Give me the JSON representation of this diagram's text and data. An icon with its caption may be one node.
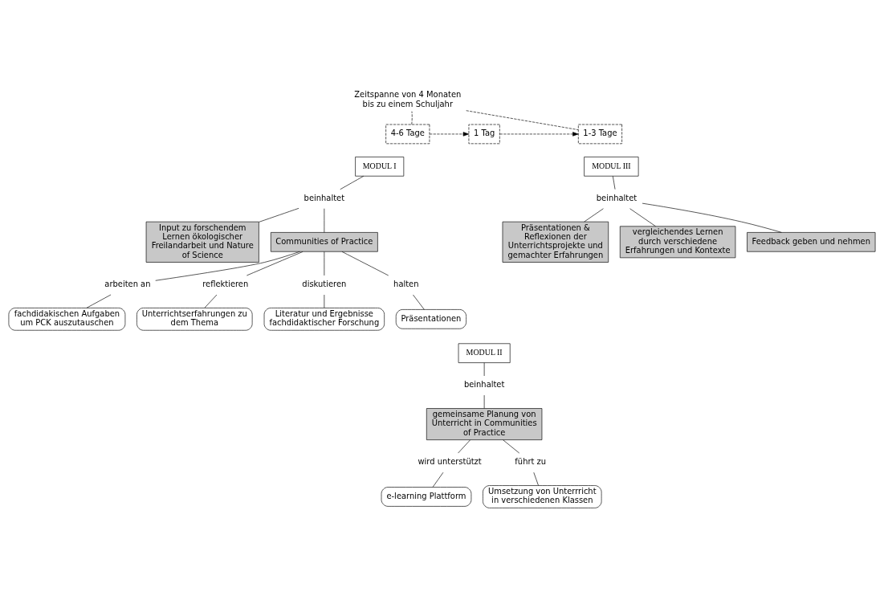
{
  "diagram": {
    "nodes": [
      {
        "text": [
          "4-6 Tage"
        ]
      },
      {
        "text": [
          "1 Tag"
        ]
      },
      {
        "text": [
          "1-3 Tage"
        ]
      },
      {
        "text": [
          "Zeitspanne von 4 Monaten bis zu einem Schuljahr"
        ]
      },
      {
        "text": [
          "MODUL I"
        ]
      },
      {
        "text": [
          "beinhaltet"
        ]
      },
      {
        "text": [
          "Input zu forschendem Lernen ökologischer Freilandarbeit und Nature of Science"
        ]
      },
      {
        "text": [
          "Communities of Practice"
        ]
      },
      {
        "text": [
          "halten"
        ]
      },
      {
        "text": [
          "Präsentationen"
        ]
      },
      {
        "text": [
          "arbeiten an"
        ]
      },
      {
        "text": [
          "fachdidakischen Aufgaben um PCK auszutauschen"
        ]
      },
      {
        "text": [
          "reflektieren"
        ]
      },
      {
        "text": [
          "diskutieren"
        ]
      },
      {
        "text": [
          "Unterrichtserfahrungen zu dem Thema"
        ]
      },
      {
        "text": [
          "Literatur und Ergebnisse fachdidaktischer Forschung"
        ]
      },
      {
        "text": [
          "MODUL III"
        ]
      },
      {
        "text": [
          "Präsentationen & Reflexionen der Unterrichtsprojekte und gemachter Erfahrungen"
        ]
      },
      {
        "text": [
          "beinhaltet"
        ]
      },
      {
        "text": [
          "vergleichendes Lernen durch verschiedene Erfahrungen und Kontexte"
        ]
      },
      {
        "text": [
          "Feedback geben und nehmen"
        ]
      },
      {
        "text": [
          "MODUL II"
        ]
      },
      {
        "text": [
          "beinhaltet"
        ]
      },
      {
        "text": [
          "gemeinsame Planung von Unterricht in Communities of Practice"
        ]
      },
      {
        "text": [
          "wird unterstützt"
        ]
      },
      {
        "text": [
          "führt zu"
        ]
      },
      {
        "text": [
          "e-learning Plattform"
        ]
      },
      {
        "text": [
          "Umsetzung von Unterrricht in verschiedenen Klassen"
        ]
      }
    ],
    "edges": [
      {
        "from": 0,
        "to": 1,
        "arrow": "to",
        "style": "dashed"
      },
      {
        "from": 1,
        "to": 2,
        "arrow": "to",
        "style": "dashed"
      },
      {
        "from": 0,
        "to": 3,
        "arrow": "none",
        "style": "dashed"
      },
      {
        "from": 3,
        "to": 2,
        "arrow": "none",
        "style": "dashed"
      },
      {
        "from": 4,
        "to": 5,
        "arrow": "none"
      },
      {
        "from": 5,
        "to": 6,
        "arrow": "none"
      },
      {
        "from": 5,
        "to": 7,
        "arrow": "none"
      },
      {
        "from": 7,
        "to": 8,
        "arrow": "none"
      },
      {
        "from": 8,
        "to": 9,
        "arrow": "none"
      },
      {
        "from": 7,
        "to": 10,
        "arrow": "none"
      },
      {
        "from": 10,
        "to": 11,
        "arrow": "none"
      },
      {
        "from": 7,
        "to": 12,
        "arrow": "none"
      },
      {
        "from": 12,
        "to": 14,
        "arrow": "none"
      },
      {
        "from": 7,
        "to": 13,
        "arrow": "none"
      },
      {
        "from": 13,
        "to": 15,
        "arrow": "none"
      },
      {
        "from": 16,
        "to": 18,
        "arrow": "none"
      },
      {
        "from": 18,
        "to": 17,
        "arrow": "none"
      },
      {
        "from": 18,
        "to": 19,
        "arrow": "none"
      },
      {
        "from": 18,
        "to": 20,
        "arrow": "none"
      },
      {
        "from": 21,
        "to": 22,
        "arrow": "none"
      },
      {
        "from": 22,
        "to": 23,
        "arrow": "none"
      },
      {
        "from": 23,
        "to": 24,
        "arrow": "none"
      },
      {
        "from": 24,
        "to": 26,
        "arrow": "none"
      },
      {
        "from": 23,
        "to": 25,
        "arrow": "none"
      },
      {
        "from": 25,
        "to": 27,
        "arrow": "none"
      }
    ]
  }
}
